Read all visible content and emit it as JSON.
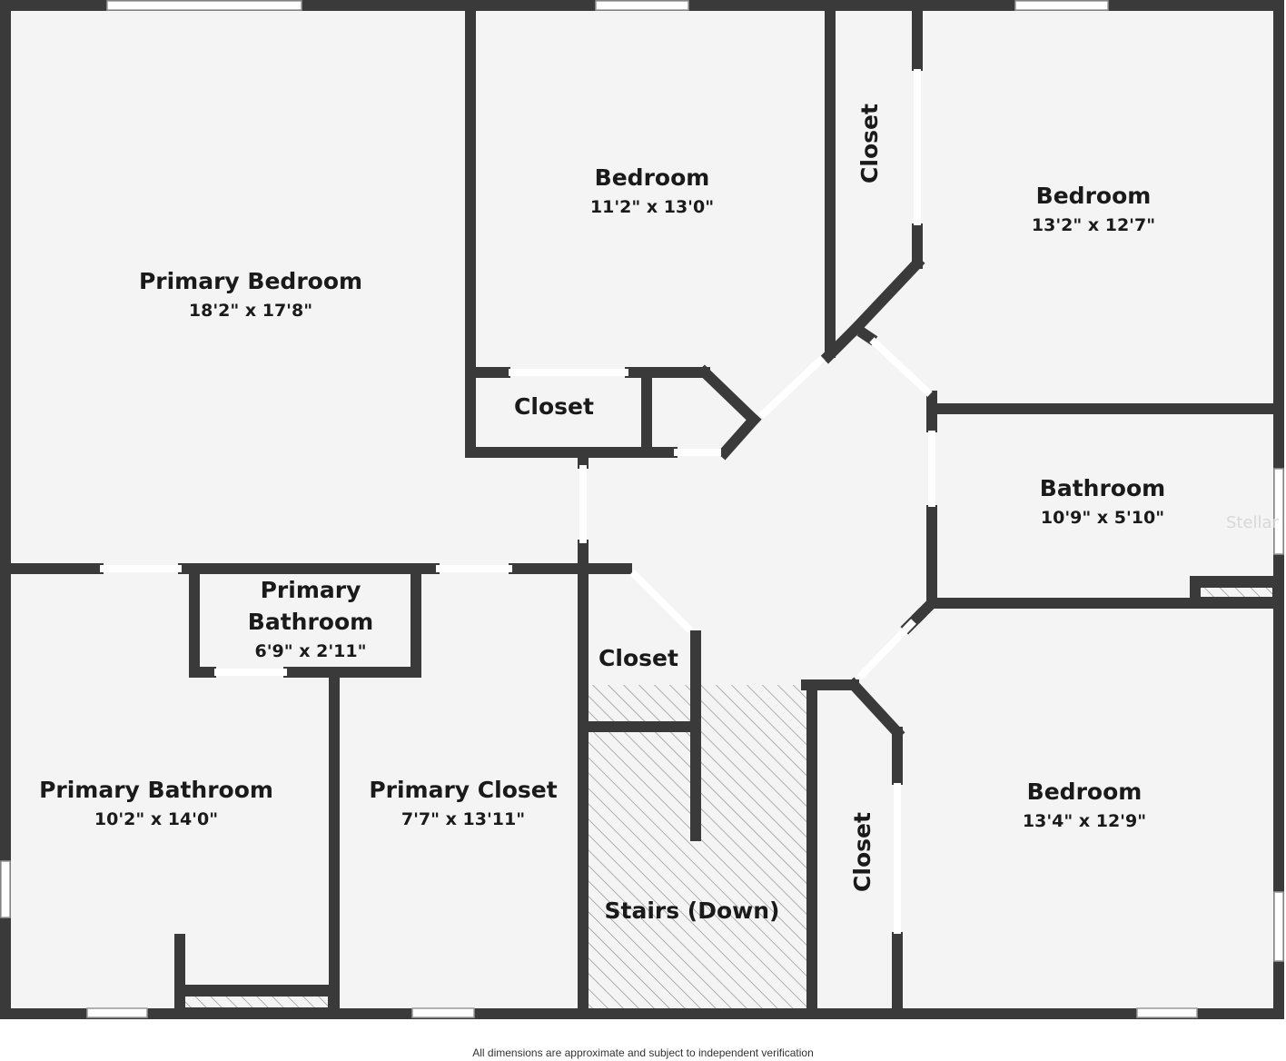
{
  "rooms": {
    "primary_bedroom": {
      "name": "Primary Bedroom",
      "dims": "18'2\" x 17'8\""
    },
    "bedroom_top": {
      "name": "Bedroom",
      "dims": "11'2\" x 13'0\""
    },
    "bedroom_top_right": {
      "name": "Bedroom",
      "dims": "13'2\" x 12'7\""
    },
    "bathroom": {
      "name": "Bathroom",
      "dims": "10'9\" x 5'10\""
    },
    "bedroom_bottom_right": {
      "name": "Bedroom",
      "dims": "13'4\" x 12'9\""
    },
    "primary_bathroom_small": {
      "name_line1": "Primary",
      "name_line2": "Bathroom",
      "dims": "6'9\" x 2'11\""
    },
    "primary_bathroom": {
      "name": "Primary Bathroom",
      "dims": "10'2\" x 14'0\""
    },
    "primary_closet": {
      "name": "Primary Closet",
      "dims": "7'7\" x 13'11\""
    },
    "stairs": {
      "name": "Stairs (Down)"
    },
    "closet_center": {
      "name": "Closet"
    },
    "closet_top_vertical": {
      "name": "Closet"
    },
    "closet_bottom_vertical": {
      "name": "Closet"
    },
    "closet_hall": {
      "name": "Closet"
    }
  },
  "watermark": "Stellar",
  "disclaimer": "All dimensions are approximate and subject to independent verification",
  "colors": {
    "floor": "#f4f4f4",
    "wall": "#3a3a3a",
    "text": "#1a1a1a"
  }
}
